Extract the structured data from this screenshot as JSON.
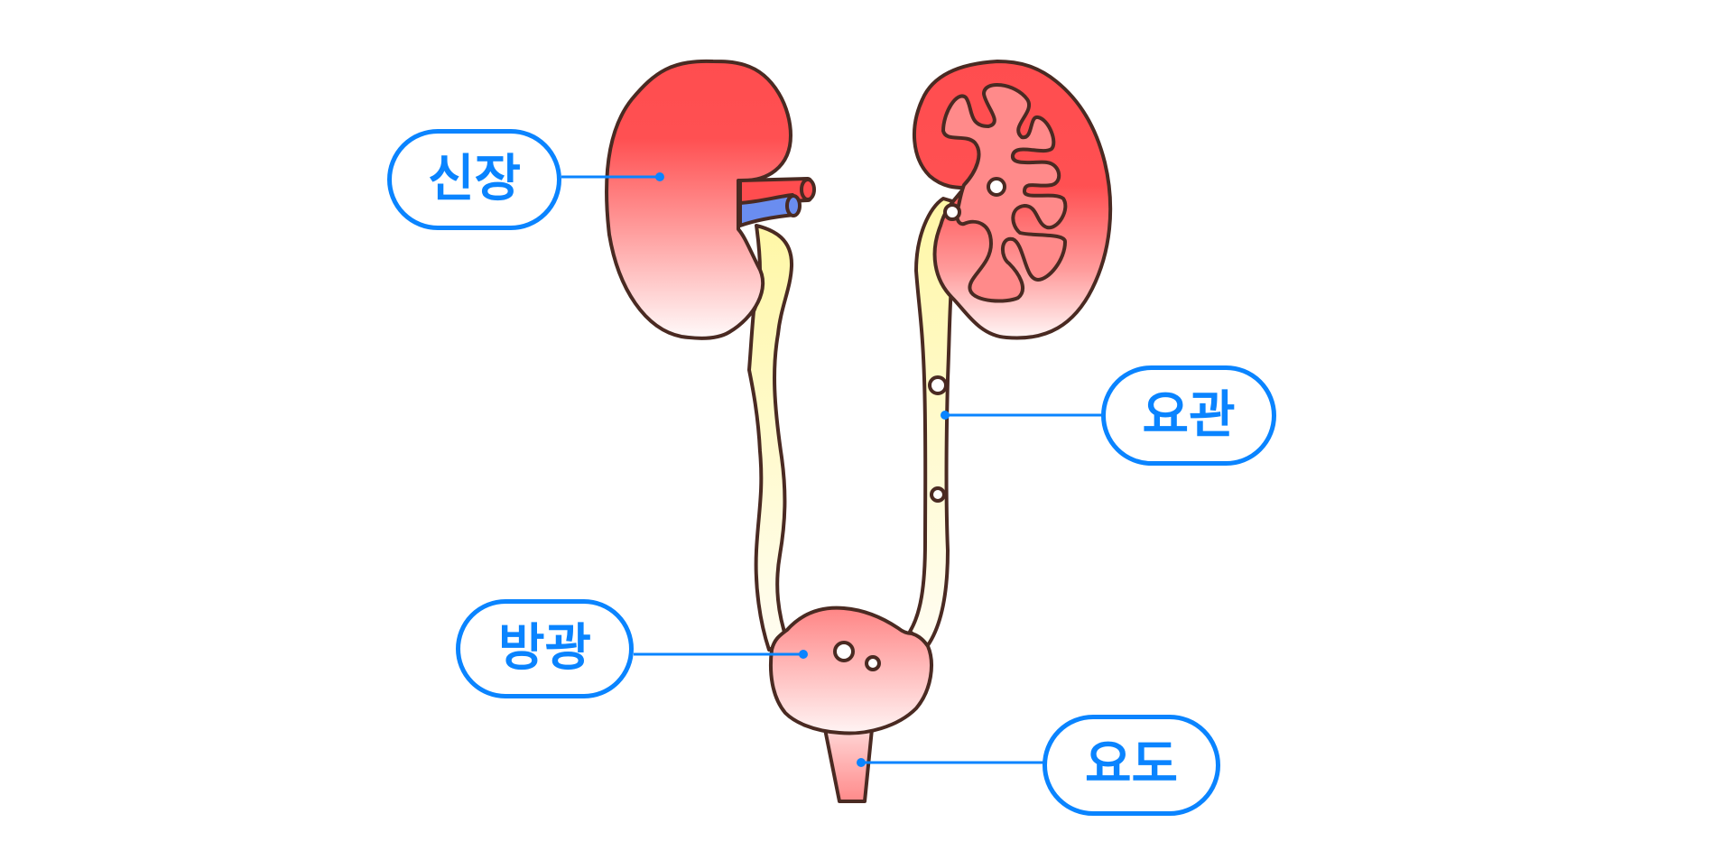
{
  "diagram": {
    "subject": "urinary system",
    "colors": {
      "label_blue": "#0a84ff",
      "outline": "#4a2a22",
      "kidney_red": "#ff4d4f",
      "kidney_pale": "#fff4f4",
      "artery": "#ff4d4f",
      "vein": "#6a8df0",
      "ureter_yellow": "#fffab0",
      "bladder_pink": "#ff8a8a"
    },
    "labels": [
      {
        "id": "kidney",
        "text": "신장"
      },
      {
        "id": "ureter",
        "text": "요관"
      },
      {
        "id": "bladder",
        "text": "방광"
      },
      {
        "id": "urethra",
        "text": "요도"
      }
    ]
  }
}
